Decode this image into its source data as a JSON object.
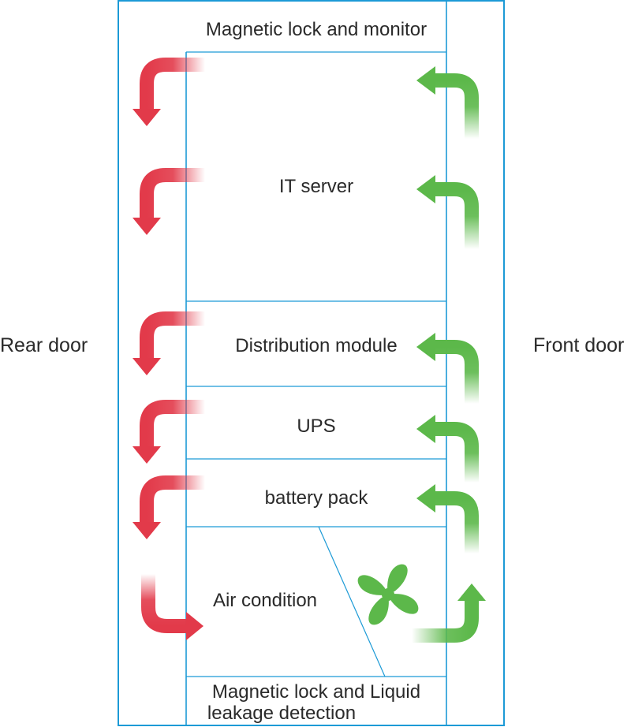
{
  "doors": {
    "rear": "Rear door",
    "front": "Front door"
  },
  "modules": {
    "top_lock": "Magnetic lock and monitor",
    "it_server": "IT server",
    "distribution": "Distribution module",
    "ups": "UPS",
    "battery": "battery pack",
    "air_condition": "Air condition",
    "bottom_lock_line1": "Magnetic lock and Liquid",
    "bottom_lock_line2": "leakage detection"
  },
  "airflow": {
    "hot_exhaust_arrows": 6,
    "cool_intake_arrows": 6,
    "hot_color": "#e23a4a",
    "cool_color": "#5cb84a"
  },
  "colors": {
    "frame": "#1c9ad6",
    "fan": "#5cb84a",
    "text": "#2a2a2a"
  }
}
